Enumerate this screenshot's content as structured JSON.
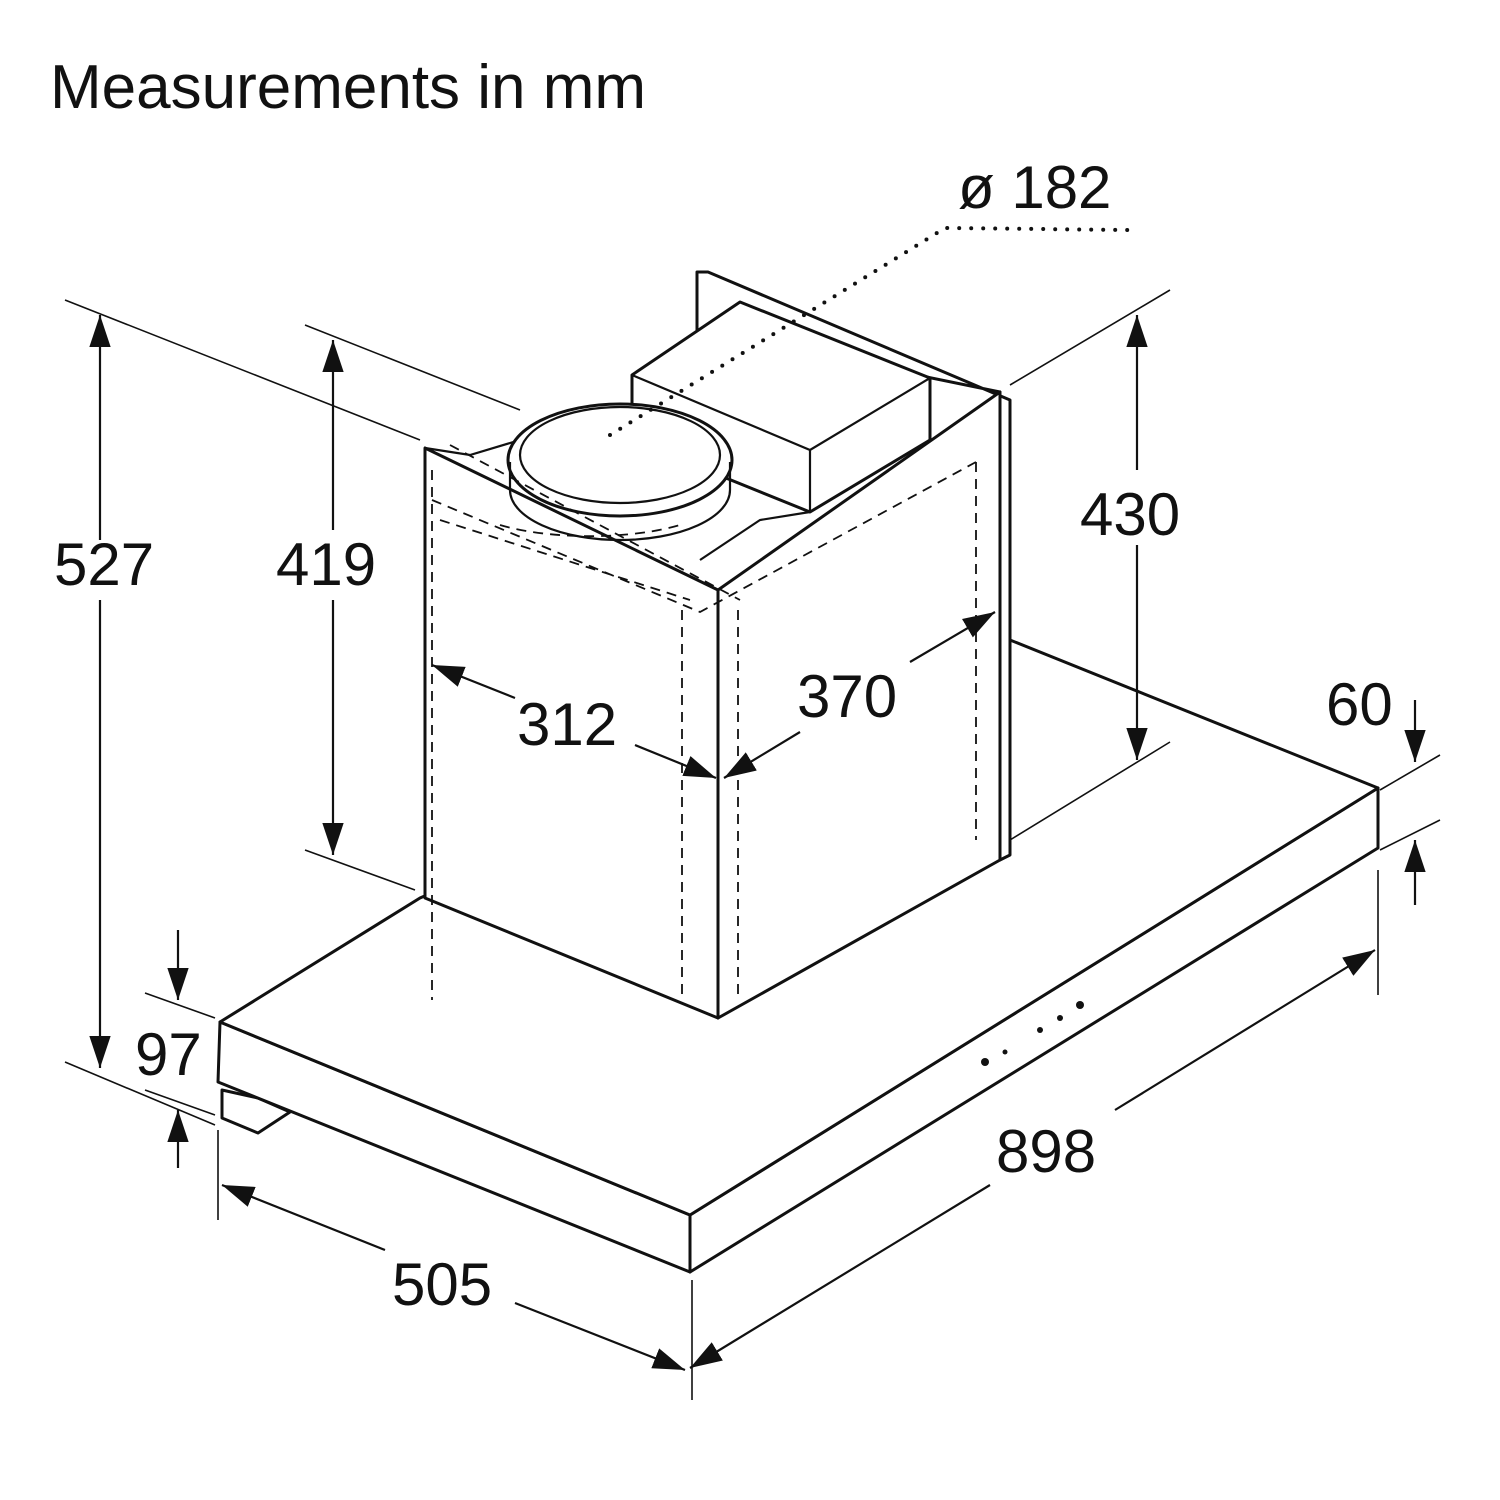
{
  "title": "Measurements in mm",
  "dimensions": {
    "diameter": "ø 182",
    "total_height": "527",
    "chimney_height": "419",
    "chimney_side_height": "430",
    "canopy_edge": "60",
    "canopy_height": "97",
    "width": "898",
    "depth": "505",
    "chimney_depth": "312",
    "chimney_width": "370"
  }
}
